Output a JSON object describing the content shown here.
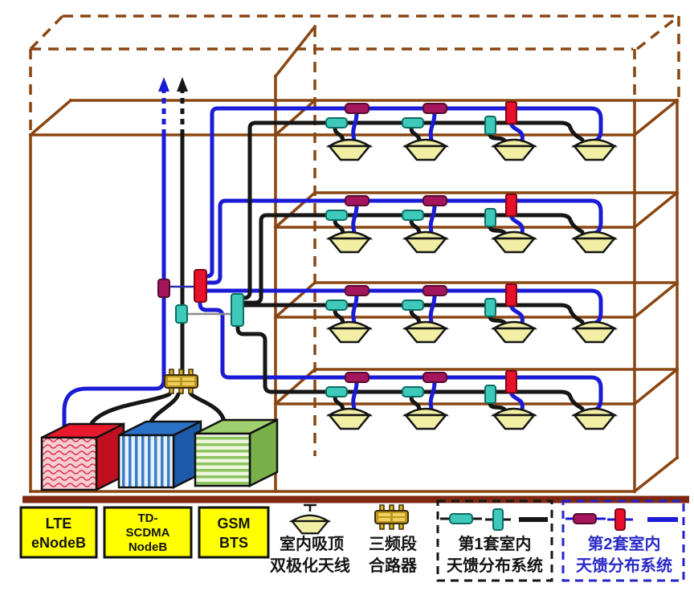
{
  "diagram_title": "indoor multi-system antenna feeder distribution diagram",
  "base_stations": [
    {
      "name": "LTE eNodeB",
      "lines": [
        "LTE",
        "eNodeB"
      ],
      "box_color": "#e8192b"
    },
    {
      "name": "TD-SCDMA NodeB",
      "lines": [
        "TD-",
        "SCDMA",
        "NodeB"
      ],
      "box_color": "#2a72c8"
    },
    {
      "name": "GSM BTS",
      "lines": [
        "GSM",
        "BTS"
      ],
      "box_color": "#8fc763"
    }
  ],
  "legend": {
    "antenna": {
      "caption": [
        "室内吸顶",
        "双极化天线"
      ],
      "icon": "ceiling-antenna-icon",
      "color": "#f2efa5"
    },
    "combiner": {
      "caption": [
        "三频段",
        "合路器"
      ],
      "icon": "triband-combiner-icon",
      "color": "#bd961e"
    },
    "system1": {
      "caption": [
        "第1套室内",
        "天馈分布系统"
      ],
      "cable_color": "#161616",
      "coupler_color": "#3fc9ba",
      "text_color": "#151515"
    },
    "system2": {
      "caption": [
        "第2套室内",
        "天馈分布系统"
      ],
      "cable_color": "#1b1bd6",
      "coupler_color": "#a4155c",
      "splitter_color": "#e8112b",
      "text_color": "#2a2ac8"
    }
  },
  "building": {
    "floors": 4,
    "antennas_per_floor": 4,
    "outline_color": "#8a4612",
    "risers": [
      {
        "name": "system2-riser",
        "color": "#1b1bd6",
        "continues_upward": true
      },
      {
        "name": "system1-riser",
        "color": "#161616",
        "continues_upward": true
      }
    ]
  }
}
